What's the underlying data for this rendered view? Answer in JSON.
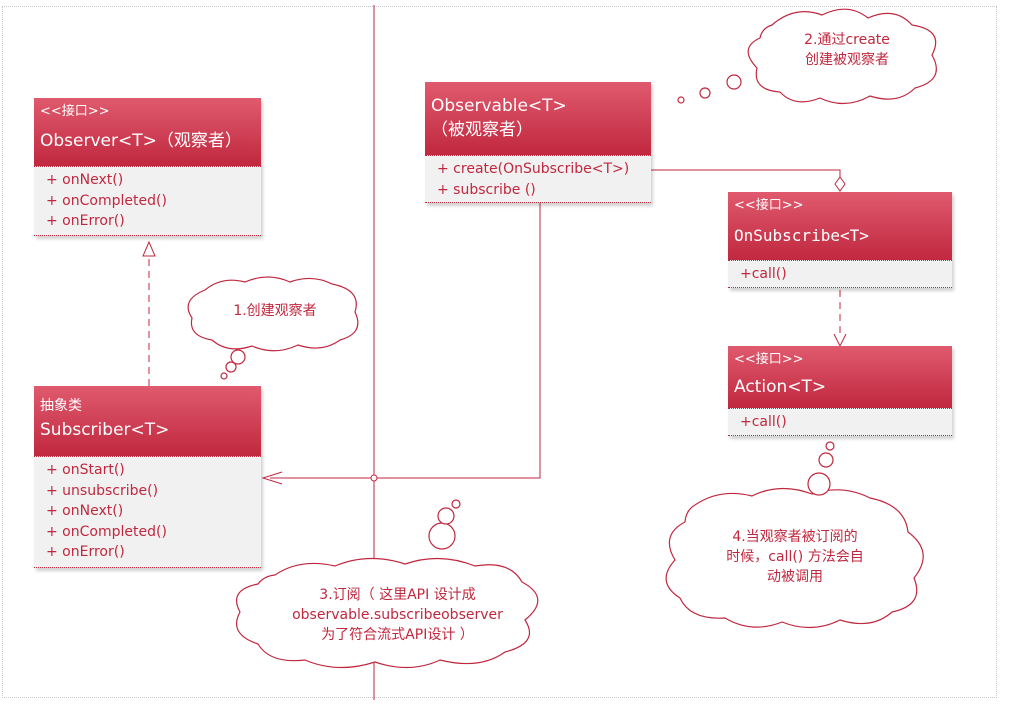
{
  "colors": {
    "accent": "#c0283f",
    "header_top": "#e05a6e",
    "body_bg": "#f1f1f1"
  },
  "observer": {
    "stereotype": "<<接口>>",
    "name": "Observer<T>（观察者）",
    "methods": [
      "+ onNext()",
      "+ onCompleted()",
      "+ onError()"
    ]
  },
  "observable": {
    "name_line1": "Observable<T>",
    "name_line2": "（被观察者）",
    "methods": [
      "+ create(OnSubscribe<T>)",
      "+ subscribe ()"
    ]
  },
  "onsubscribe": {
    "stereotype": "<<接口>>",
    "name": "OnSubscribe<T>",
    "methods": [
      "+call()"
    ]
  },
  "action": {
    "stereotype": "<<接口>>",
    "name": "Action<T>",
    "methods": [
      "+call()"
    ]
  },
  "subscriber": {
    "stereotype": "抽象类",
    "name": "Subscriber<T>",
    "methods": [
      "+ onStart()",
      "+ unsubscribe()",
      "+ onNext()",
      "+ onCompleted()",
      "+ onError()"
    ]
  },
  "notes": {
    "create": [
      "2.通过create",
      "创建被观察者"
    ],
    "observer_create": [
      "1.创建观察者"
    ],
    "subscribe": [
      "3.订阅（ 这里API 设计成",
      "observable.subscribeobserver",
      "为了符合流式API设计 ）"
    ],
    "call": [
      "4.当观察者被订阅的",
      "时候，call() 方法会自",
      "动被调用"
    ]
  }
}
